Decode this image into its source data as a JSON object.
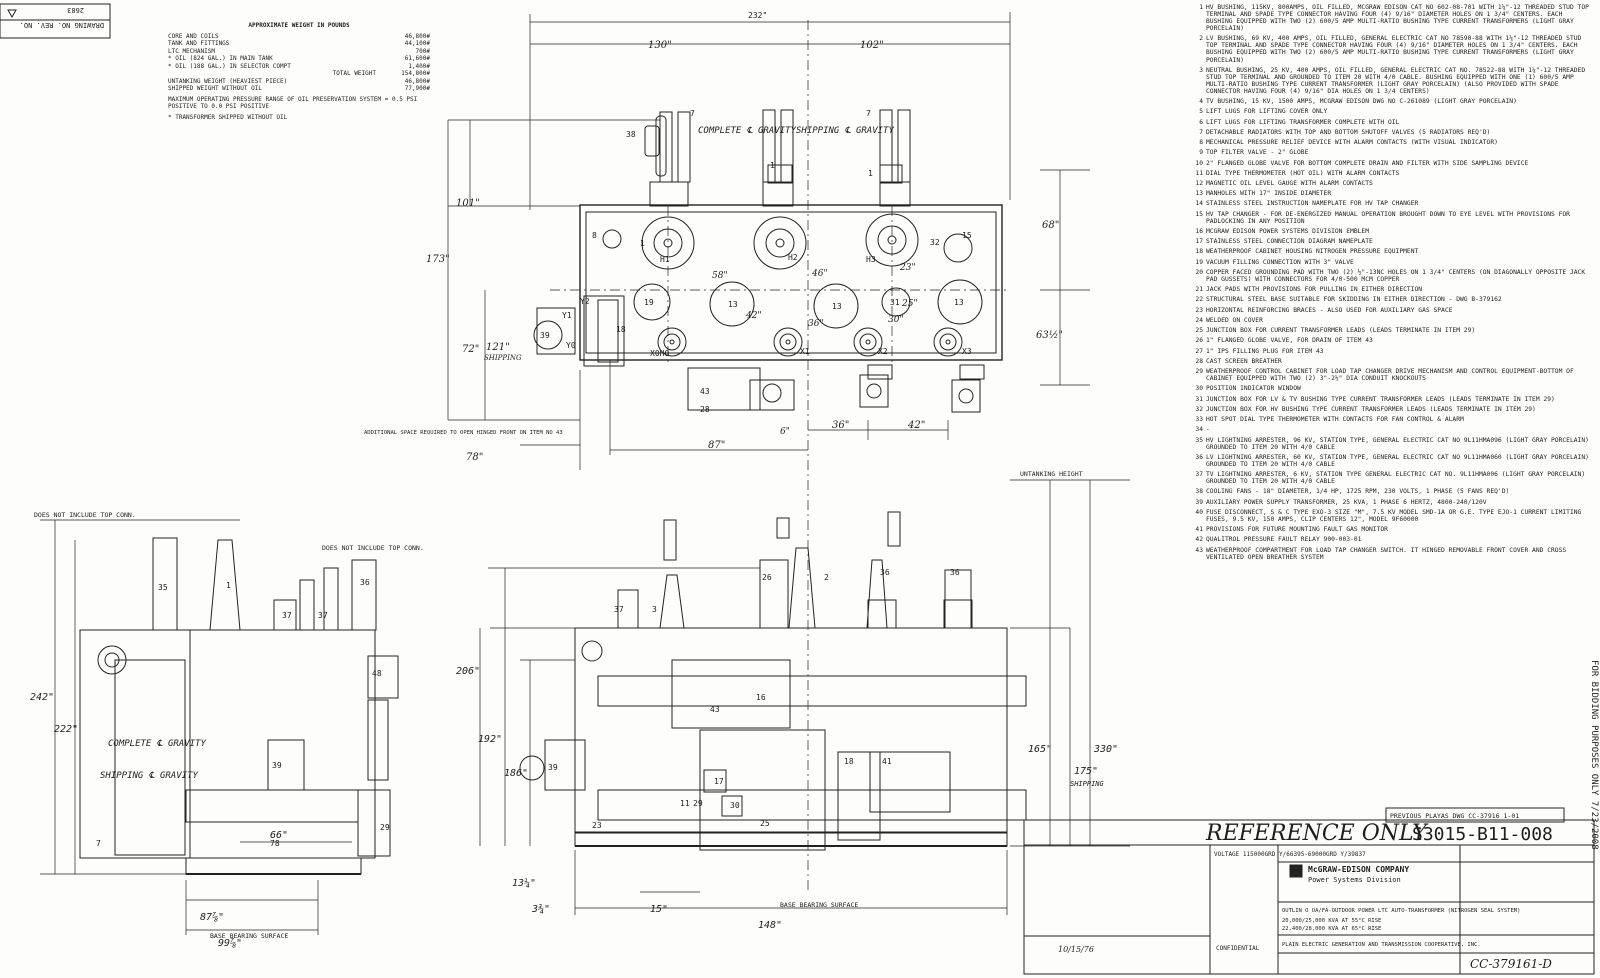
{
  "title_block": {
    "reference": "REFERENCE ONLY",
    "drawing_no": "S3015-B11-008",
    "previous": "PREVIOUS PLAYAS DWG CC-37916 1-01",
    "company": "McGRAW-EDISON COMPANY",
    "division": "Power Systems Division",
    "description": "OUTLIN O OA/FA-OUTDOOR POWER LTC AUTO-TRANSFORMER (NITROGEN SEAL SYSTEM)",
    "rated1": "20,000/25,000 KVA AT 55°C RISE",
    "rated2": "22,400/28,000 KVA AT 65°C RISE",
    "customer": "PLAIN ELECTRIC GENERATION AND TRANSMISSION COOPERATIVE, INC.",
    "dwg_no": "CC-379161-D",
    "voltage": "VOLTAGE 115000GRD Y/66395-69000GRD Y/39837",
    "confidential": "CONFIDENTIAL",
    "corner": "DRAWING NO.  REV. NO.",
    "corner_no": "2683",
    "date": "10/15/76",
    "side_stamp": "FOR BIDDING PURPOSES ONLY 7/23/2008"
  },
  "weights": {
    "title": "APPROXIMATE WEIGHT IN POUNDS",
    "rows": [
      {
        "label": "CORE AND COILS",
        "value": "46,800#"
      },
      {
        "label": "TANK AND FITTINGS",
        "value": "44,100#"
      },
      {
        "label": "LTC MECHANISM",
        "value": "700#"
      },
      {
        "label": "* OIL (824 GAL.) IN MAIN TANK",
        "value": "61,600#"
      },
      {
        "label": "* OIL (188 GAL.) IN SELECTOR COMPT",
        "value": "1,400#"
      },
      {
        "label": "TOTAL WEIGHT",
        "value": "154,800#"
      },
      {
        "label": "UNTANKING WEIGHT (HEAVIEST PIECE)",
        "value": "46,800#"
      },
      {
        "label": "SHIPPED WEIGHT WITHOUT OIL",
        "value": "77,900#"
      }
    ],
    "pressure": "MAXIMUM OPERATING PRESSURE RANGE OF OIL PRESERVATION SYSTEM = 0.5 PSI POSITIVE TO 0.0 PSI POSITIVE",
    "footnote": "* TRANSFORMER SHIPPED WITHOUT OIL"
  },
  "notes": [
    {
      "n": "1",
      "t": "HV BUSHING, 115KV, 800AMPS, OIL FILLED, MCGRAW EDISON CAT NO 602-08-701 WITH 1¼\"-12 THREADED STUD TOP TERMINAL AND SPADE TYPE CONNECTOR HAVING FOUR (4) 9/16\" DIAMETER HOLES ON 1 3/4\" CENTERS. EACH BUSHING EQUIPPED WITH TWO (2) 600/5 AMP MULTI-RATIO BUSHING TYPE CURRENT TRANSFORMERS (LIGHT GRAY PORCELAIN)"
    },
    {
      "n": "2",
      "t": "LV BUSHING, 69 KV, 400 AMPS, OIL FILLED, GENERAL ELECTRIC CAT NO 78590-88 WITH 1¼\"-12 THREADED STUD TOP TERMINAL AND SPADE TYPE CONNECTOR HAVING FOUR (4) 9/16\" DIAMETER HOLES ON 1 3/4\" CENTERS. EACH BUSHING EQUIPPED WITH TWO (2) 600/5 AMP MULTI-RATIO BUSHING TYPE CURRENT TRANSFORMERS (LIGHT GRAY PORCELAIN)"
    },
    {
      "n": "3",
      "t": "NEUTRAL BUSHING, 25 KV, 400 AMPS, OIL FILLED, GENERAL ELECTRIC CAT NO. 78522-88 WITH 1¼\"-12 THREADED STUD TOP TERMINAL AND GROUNDED TO ITEM 20 WITH 4/0 CABLE. BUSHING EQUIPPED WITH ONE (1) 600/5 AMP MULTI-RATIO BUSHING TYPE CURRENT TRANSFORMER (LIGHT GRAY PORCELAIN) (ALSO PROVIDED WITH SPADE CONNECTOR HAVING FOUR (4) 9/16\" DIA HOLES ON 1 3/4 CENTERS)"
    },
    {
      "n": "4",
      "t": "TV BUSHING, 15 KV, 1500 AMPS, MCGRAW EDISON DWG NO C-261089 (LIGHT GRAY PORCELAIN)"
    },
    {
      "n": "5",
      "t": "LIFT LUGS FOR LIFTING COVER ONLY"
    },
    {
      "n": "6",
      "t": "LIFT LUGS FOR LIFTING TRANSFORMER COMPLETE WITH OIL"
    },
    {
      "n": "7",
      "t": "DETACHABLE RADIATORS WITH TOP AND BOTTOM SHUTOFF VALVES (5 RADIATORS REQ'D)"
    },
    {
      "n": "8",
      "t": "MECHANICAL PRESSURE RELIEF DEVICE WITH ALARM CONTACTS (WITH VISUAL INDICATOR)"
    },
    {
      "n": "9",
      "t": "TOP FILTER VALVE - 2\" GLOBE"
    },
    {
      "n": "10",
      "t": "2\" FLANGED GLOBE VALVE FOR BOTTOM COMPLETE DRAIN AND FILTER WITH SIDE SAMPLING DEVICE"
    },
    {
      "n": "11",
      "t": "DIAL TYPE THERMOMETER (HOT OIL) WITH ALARM CONTACTS"
    },
    {
      "n": "12",
      "t": "MAGNETIC OIL LEVEL GAUGE WITH ALARM CONTACTS"
    },
    {
      "n": "13",
      "t": "MANHOLES WITH 17\" INSIDE DIAMETER"
    },
    {
      "n": "14",
      "t": "STAINLESS STEEL INSTRUCTION NAMEPLATE FOR HV TAP CHANGER"
    },
    {
      "n": "15",
      "t": "HV TAP CHANGER - FOR DE-ENERGIZED MANUAL OPERATION BROUGHT DOWN TO EYE LEVEL WITH PROVISIONS FOR PADLOCKING IN ANY POSITION"
    },
    {
      "n": "16",
      "t": "MCGRAW EDISON POWER SYSTEMS DIVISION EMBLEM"
    },
    {
      "n": "17",
      "t": "STAINLESS STEEL CONNECTION DIAGRAM NAMEPLATE"
    },
    {
      "n": "18",
      "t": "WEATHERPROOF CABINET HOUSING NITROGEN PRESSURE EQUIPMENT"
    },
    {
      "n": "19",
      "t": "VACUUM FILLING CONNECTION WITH 3\" VALVE"
    },
    {
      "n": "20",
      "t": "COPPER FACED GROUNDING PAD WITH TWO (2) ½\"-13NC HOLES ON 1 3/4\" CENTERS (ON DIAGONALLY OPPOSITE JACK PAD GUSSETS) WITH CONNECTORS FOR 4/0-500 MCM COPPER"
    },
    {
      "n": "21",
      "t": "JACK PADS WITH PROVISIONS FOR PULLING IN EITHER DIRECTION"
    },
    {
      "n": "22",
      "t": "STRUCTURAL STEEL BASE SUITABLE FOR SKIDDING IN EITHER DIRECTION - DWG B-379162"
    },
    {
      "n": "23",
      "t": "HORIZONTAL REINFORCING BRACES - ALSO USED FOR AUXILIARY GAS SPACE"
    },
    {
      "n": "24",
      "t": "WELDED ON COVER"
    },
    {
      "n": "25",
      "t": "JUNCTION BOX FOR CURRENT TRANSFORMER LEADS (LEADS TERMINATE IN ITEM 29)"
    },
    {
      "n": "26",
      "t": "1\" FLANGED GLOBE VALVE, FOR DRAIN OF ITEM 43"
    },
    {
      "n": "27",
      "t": "1\" IPS FILLING PLUG FOR ITEM 43"
    },
    {
      "n": "28",
      "t": "CAST SCREEN BREATHER"
    },
    {
      "n": "29",
      "t": "WEATHERPROOF CONTROL CABINET FOR LOAD TAP CHANGER DRIVE MECHANISM AND CONTROL EQUIPMENT-BOTTOM OF CABINET EQUIPPED WITH TWO (2) 3\"-2½\" DIA CONDUIT KNOCKOUTS"
    },
    {
      "n": "30",
      "t": "POSITION INDICATOR WINDOW"
    },
    {
      "n": "31",
      "t": "JUNCTION BOX FOR LV & TV BUSHING TYPE CURRENT TRANSFORMER LEADS (LEADS TERMINATE IN ITEM 29)"
    },
    {
      "n": "32",
      "t": "JUNCTION BOX FOR HV BUSHING TYPE CURRENT TRANSFORMER LEADS (LEADS TERMINATE IN ITEM 29)"
    },
    {
      "n": "33",
      "t": "HOT SPOT DIAL TYPE THERMOMETER WITH CONTACTS FOR FAN CONTROL & ALARM"
    },
    {
      "n": "34",
      "t": "-"
    },
    {
      "n": "35",
      "t": "HV LIGHTNING ARRESTER, 96 KV, STATION TYPE, GENERAL ELECTRIC CAT NO 9L11HMA096 (LIGHT GRAY PORCELAIN) GROUNDED TO ITEM 20 WITH 4/0 CABLE"
    },
    {
      "n": "36",
      "t": "LV LIGHTNING ARRESTER, 60 KV, STATION TYPE, GENERAL ELECTRIC CAT NO 9L11HMA060 (LIGHT GRAY PORCELAIN) GROUNDED TO ITEM 20 WITH 4/0 CABLE"
    },
    {
      "n": "37",
      "t": "TV LIGHTNING ARRESTER, 6 KV, STATION TYPE GENERAL ELECTRIC CAT NO. 9L11HMA006 (LIGHT GRAY PORCELAIN) GROUNDED TO ITEM 20 WITH 4/0 CABLE"
    },
    {
      "n": "38",
      "t": "COOLING FANS - 18\" DIAMETER, 1/4 HP, 1725 RPM, 230 VOLTS, 1 PHASE (5 FANS REQ'D)"
    },
    {
      "n": "39",
      "t": "AUXILIARY POWER SUPPLY TRANSFORMER, 25 KVA, 1 PHASE 6 HERTZ, 4800-240/120V"
    },
    {
      "n": "40",
      "t": "FUSE DISCONNECT, S & C TYPE EXO-3 SIZE \"M\", 7.5 KV MODEL SMD-1A OR G.E. TYPE EJO-1 CURRENT LIMITING FUSES, 9.5 KV, 150 AMPS, CLIP CENTERS 12\", MODEL 9F60000"
    },
    {
      "n": "41",
      "t": "PROVISIONS FOR FUTURE MOUNTING FAULT GAS MONITOR"
    },
    {
      "n": "42",
      "t": "QUALITROL PRESSURE FAULT RELAY 900-003-01"
    },
    {
      "n": "43",
      "t": "WEATHERPROOF COMPARTMENT FOR LOAD TAP CHANGER SWITCH. IT HINGED REMOVABLE FRONT COVER AND CROSS VENTILATED OPEN BREATHER SYSTEM"
    }
  ],
  "plan_view": {
    "dims": {
      "overall": "232\"",
      "left": "130\"",
      "right": "102\"",
      "d101": "101\"",
      "d173": "173\"",
      "d72": "72\"",
      "d121": "121\"",
      "d68": "68\"",
      "d63": "63½\"",
      "d78": "78\"",
      "d87": "87\"",
      "d36": "36\"",
      "d42": "42\"",
      "d58": "58\"",
      "d46": "46\"",
      "d23": "23\"",
      "d25": "25\"",
      "d30": "30\"",
      "d42b": "42\"",
      "d36b": "36\"",
      "d6": "6\""
    },
    "complete_cg": "COMPLETE ℄ GRAVITY",
    "shipping_cg": "SHIPPING ℄ GRAVITY",
    "shipping": "SHIPPING",
    "add_space": "ADDITIONAL SPACE REQUIRED TO OPEN HINGED FRONT ON ITEM NO 43",
    "h1": "H1",
    "h2": "H2",
    "h3": "H3",
    "x0h0": "X0H0",
    "x1": "X1",
    "x2": "X2",
    "x3": "X3",
    "y0": "Y0",
    "y1": "Y1",
    "y2": "Y2"
  },
  "side_view": {
    "top_note": "DOES NOT INCLUDE TOP CONN.",
    "top_note2": "DOES NOT INCLUDE TOP CONN.",
    "d242": "242\"",
    "d222": "222\"",
    "d66": "66\"",
    "d87": "87⅞\"",
    "d99": "99⅞\"",
    "base": "BASE BEARING SURFACE",
    "complete_cg": "COMPLETE ℄ GRAVITY",
    "shipping_cg": "SHIPPING ℄ GRAVITY"
  },
  "front_view": {
    "untanking": "UNTANKING HEIGHT",
    "d206": "206\"",
    "d192": "192\"",
    "d186": "186\"",
    "d165": "165\"",
    "d330": "330\"",
    "d175": "175\"",
    "d148": "148\"",
    "d15": "15\"",
    "d13": "13¼\"",
    "d3": "3¾\"",
    "base": "BASE BEARING SURFACE",
    "shipping": "SHIPPING"
  }
}
